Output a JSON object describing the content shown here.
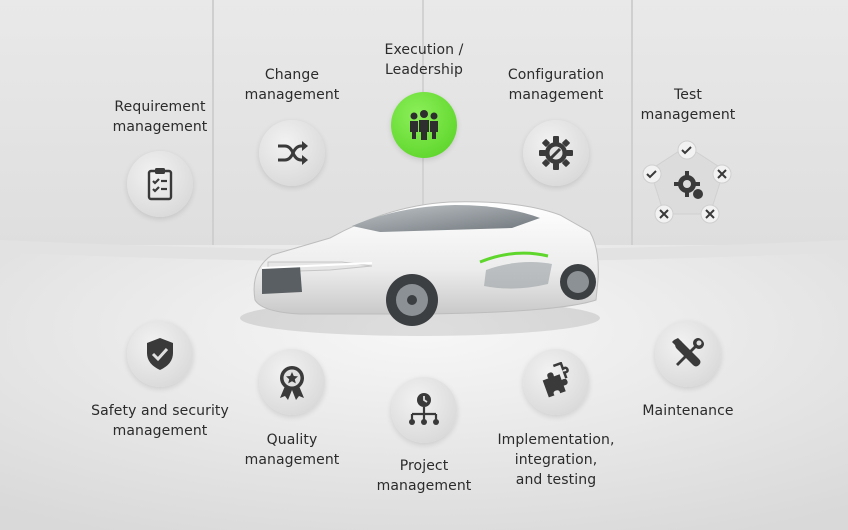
{
  "diagram": {
    "categories": [
      {
        "id": "requirement",
        "lines": [
          "Requirement",
          "management"
        ],
        "icon": "clipboard-checklist-icon"
      },
      {
        "id": "change",
        "lines": [
          "Change",
          "management"
        ],
        "icon": "shuffle-icon"
      },
      {
        "id": "execution",
        "lines": [
          "Execution /",
          "Leadership"
        ],
        "icon": "team-people-icon",
        "highlight": true
      },
      {
        "id": "configuration",
        "lines": [
          "Configuration",
          "management"
        ],
        "icon": "gear-wrench-icon"
      },
      {
        "id": "test",
        "lines": [
          "Test",
          "management"
        ],
        "icon": "test-cycle-icon"
      },
      {
        "id": "safety",
        "lines": [
          "Safety and security",
          "management"
        ],
        "icon": "shield-check-icon"
      },
      {
        "id": "quality",
        "lines": [
          "Quality",
          "management"
        ],
        "icon": "award-ribbon-icon"
      },
      {
        "id": "project",
        "lines": [
          "Project",
          "management"
        ],
        "icon": "clock-hierarchy-icon"
      },
      {
        "id": "implementation",
        "lines": [
          "Implementation,",
          "integration,",
          "and testing"
        ],
        "icon": "puzzle-pieces-icon"
      },
      {
        "id": "maintenance",
        "lines": [
          "Maintenance"
        ],
        "icon": "tools-icon"
      }
    ],
    "accent_color": "#5fd62c",
    "icon_color": "#3a3a3a",
    "central_image": "white-concept-car"
  }
}
